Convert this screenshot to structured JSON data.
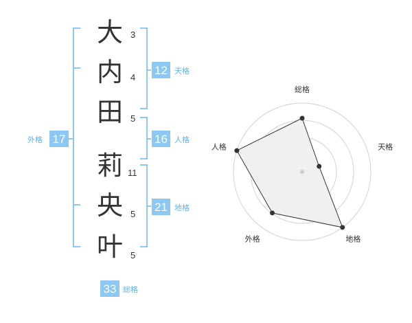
{
  "colors": {
    "bracket": "#8cc8f2",
    "badge_bg": "#8cc8f2",
    "badge_text": "#ffffff",
    "label": "#5bb4f0",
    "text": "#333333",
    "radar_ring": "#d2d2d2",
    "radar_fill": "#f0f0f0",
    "radar_line": "#333333"
  },
  "name": {
    "chars": [
      {
        "char": "大",
        "strokes": "3"
      },
      {
        "char": "内",
        "strokes": "4"
      },
      {
        "char": "田",
        "strokes": "5"
      },
      {
        "char": "莉",
        "strokes": "11"
      },
      {
        "char": "央",
        "strokes": "5"
      },
      {
        "char": "叶",
        "strokes": "5"
      }
    ]
  },
  "fortunes": {
    "tenkaku": {
      "value": "12",
      "label": "天格"
    },
    "jinkaku": {
      "value": "16",
      "label": "人格"
    },
    "chikaku": {
      "value": "21",
      "label": "地格"
    },
    "gaikaku": {
      "value": "17",
      "label": "外格"
    },
    "soukaku": {
      "value": "33",
      "label": "総格"
    }
  },
  "chart_data": {
    "type": "radar",
    "axes": [
      "総格",
      "天格",
      "地格",
      "外格",
      "人格"
    ],
    "values": [
      0.78,
      0.26,
      1.0,
      0.74,
      1.0
    ],
    "max": 1,
    "rings": 4
  }
}
